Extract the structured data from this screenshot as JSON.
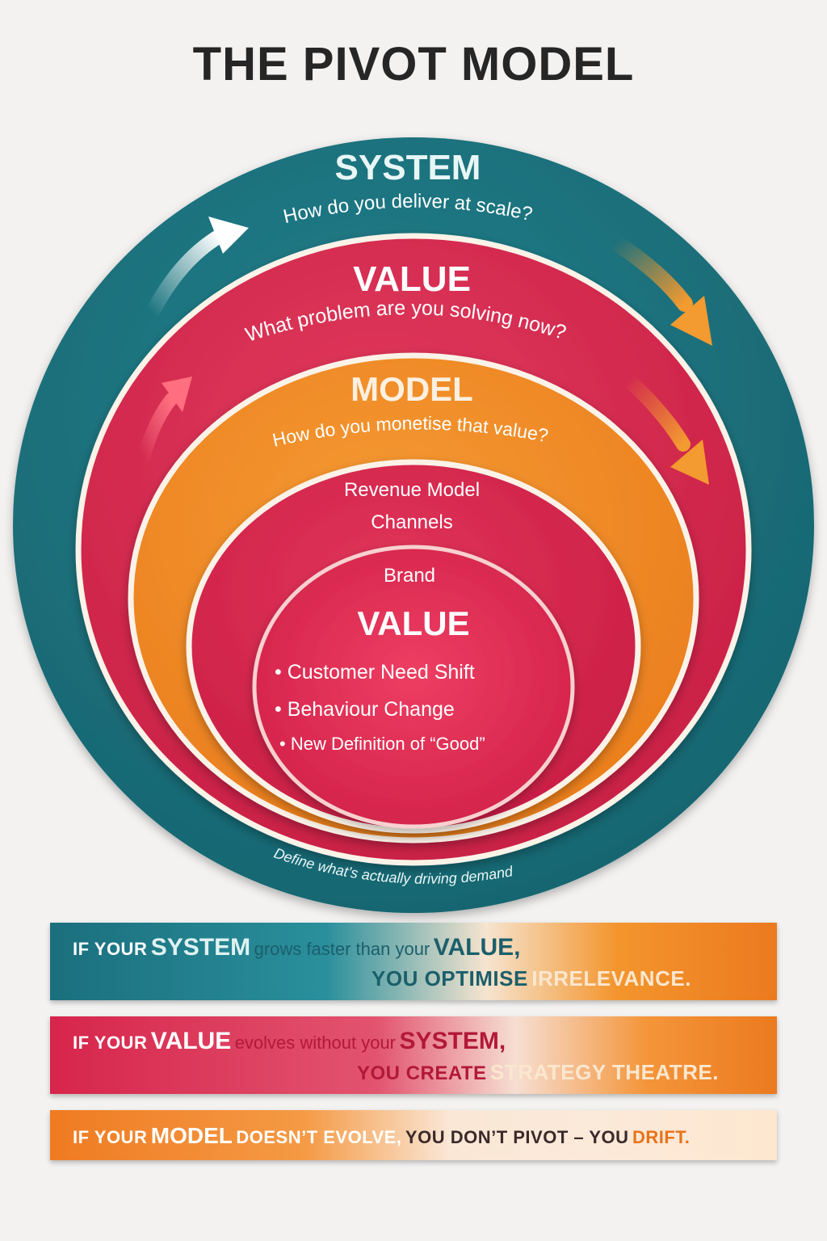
{
  "title": "THE PIVOT MODEL",
  "colors": {
    "system_teal": "#1b6f7d",
    "value_red": "#d7254b",
    "model_orange": "#f08a24",
    "core_red": "#e0294f",
    "background": "#f3f2f1"
  },
  "diagram": {
    "system": {
      "label": "SYSTEM",
      "question": "How do you deliver at scale?"
    },
    "value": {
      "label": "VALUE",
      "question": "What problem are you solving now?"
    },
    "model": {
      "label": "MODEL",
      "question": "How do you monetise that value?"
    },
    "inner_items": [
      "Revenue Model",
      "Channels",
      "Brand"
    ],
    "core": {
      "label": "VALUE",
      "bullets": [
        "• Customer Need Shift",
        "• Behaviour Change",
        "• New Definition of “Good”"
      ]
    },
    "footer_caption": "Define what’s actually driving demand"
  },
  "banners": {
    "b1": {
      "w1": "IF YOUR",
      "w2": "SYSTEM",
      "w3": "grows faster than your",
      "w4": "VALUE,",
      "w5": "YOU OPTIMISE",
      "w6": "IRRELEVANCE."
    },
    "b2": {
      "w1": "IF YOUR",
      "w2": "VALUE",
      "w3": "evolves without your",
      "w4": "SYSTEM,",
      "w5": "YOU CREATE",
      "w6": "STRATEGY THEATRE."
    },
    "b3": {
      "w1": "IF YOUR",
      "w2": "MODEL",
      "w3": "DOESN’T EVOLVE,",
      "w4": "YOU DON’T PIVOT – YOU",
      "w5": "DRIFT."
    }
  }
}
